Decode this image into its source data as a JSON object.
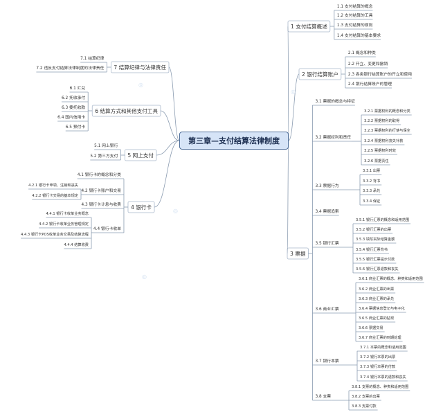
{
  "root": "第三章—支付结算法律制度",
  "branches": [
    {
      "label": "1 支付结算概述",
      "children": [
        {
          "label": "1.1 支付结算的概念"
        },
        {
          "label": "1.2 支付结算的工具"
        },
        {
          "label": "1.3 支付结算的原则"
        },
        {
          "label": "1.4 支付结算的基本要求"
        }
      ]
    },
    {
      "label": "2 银行结算账户",
      "children": [
        {
          "label": "2.1 概念和种类"
        },
        {
          "label": "2.2 开立、变更和撤销"
        },
        {
          "label": "2.3 各类银行结算账户的开立和使用"
        },
        {
          "label": "2.4 银行结算账户的管理"
        }
      ]
    },
    {
      "label": "3 票据",
      "children": [
        {
          "label": "3.1 票据的概念与特征"
        },
        {
          "label": "3.2 票据权利和责任",
          "children": [
            {
              "label": "3.2.1 票据权利的概念和分类"
            },
            {
              "label": "3.2.2 票据权利的取得"
            },
            {
              "label": "3.2.3 票据权利的行使与保全"
            },
            {
              "label": "3.2.4 票据权利丧失补救"
            },
            {
              "label": "3.2.5 票据权利时效"
            },
            {
              "label": "3.2.6 票据责任"
            }
          ]
        },
        {
          "label": "3.3 票据行为",
          "children": [
            {
              "label": "3.3.1 出票"
            },
            {
              "label": "3.3.2 背书"
            },
            {
              "label": "3.3.3 承兑"
            },
            {
              "label": "3.3.4 保证"
            }
          ]
        },
        {
          "label": "3.4 票据追索"
        },
        {
          "label": "3.5 银行汇票",
          "children": [
            {
              "label": "3.5.1 银行汇票的概念和适用范围"
            },
            {
              "label": "3.5.2 银行汇票的出票"
            },
            {
              "label": "3.5.3 填写实际结算金额"
            },
            {
              "label": "3.5.4 银行汇票背书"
            },
            {
              "label": "3.5.5 银行汇票提示付款"
            },
            {
              "label": "3.5.6 银行汇票退款和丧失"
            }
          ]
        },
        {
          "label": "3.6 商业汇票",
          "children": [
            {
              "label": "3.6.1 商业汇票的概念、种类和适用范围"
            },
            {
              "label": "3.6.2 商业汇票的出票"
            },
            {
              "label": "3.6.3 商业汇票的承兑"
            },
            {
              "label": "3.6.4 票据信息登记与电子化"
            },
            {
              "label": "3.6.5 商业汇票的贴现"
            },
            {
              "label": "3.6.6 票据交易"
            },
            {
              "label": "3.6.7 商业汇票的到期处理"
            }
          ]
        },
        {
          "label": "3.7 银行本票",
          "children": [
            {
              "label": "3.7.1 本票的概念和适用范围"
            },
            {
              "label": "3.7.2 银行本票的出票"
            },
            {
              "label": "3.7.3 银行本票的付款"
            },
            {
              "label": "3.7.4 银行本票的退款和丧失"
            }
          ]
        },
        {
          "label": "3.8 支票",
          "children": [
            {
              "label": "3.8.1 支票的概念、种类和适用范围"
            },
            {
              "label": "3.8.2 支票的出票"
            },
            {
              "label": "3.8.3 支票付款"
            }
          ]
        }
      ]
    },
    {
      "label": "7 结算纪律与法律责任",
      "children": [
        {
          "label": "7.1 结算纪律"
        },
        {
          "label": "7.2 违反支付结算法律制度的法律责任"
        }
      ]
    },
    {
      "label": "6 结算方式和其他支付工具",
      "children": [
        {
          "label": "6.1 汇兑"
        },
        {
          "label": "6.2 托收承付"
        },
        {
          "label": "6.3 委托收款"
        },
        {
          "label": "6.4 国内信用卡"
        },
        {
          "label": "6.5 预付卡"
        }
      ]
    },
    {
      "label": "5 网上支付",
      "children": [
        {
          "label": "5.1 网上银行"
        },
        {
          "label": "5.2 第三方支付"
        }
      ]
    },
    {
      "label": "4 银行卡",
      "children": [
        {
          "label": "4.1 银行卡的概念和分类"
        },
        {
          "label": "4.2 银行卡账户和交易",
          "children": [
            {
              "label": "4.2.1 银行卡申领、注销和丧失"
            },
            {
              "label": "4.2.2 银行卡交易的基本规定"
            }
          ]
        },
        {
          "label": "4.3 银行卡计息与收费"
        },
        {
          "label": "4.4 银行卡收单",
          "children": [
            {
              "label": "4.4.1 银行卡收单业务概念"
            },
            {
              "label": "4.4.2 银行卡收单业务管理规定"
            },
            {
              "label": "4.4.3 银行卡POS收单业务交易及结算流程"
            },
            {
              "label": "4.4.4 结算收费"
            }
          ]
        }
      ]
    }
  ],
  "colors": {
    "line": "#8a9bb0",
    "root_fill": "#d6e4f7",
    "root_border": "#4f6f9a",
    "watermark": "#c7d9ee"
  }
}
